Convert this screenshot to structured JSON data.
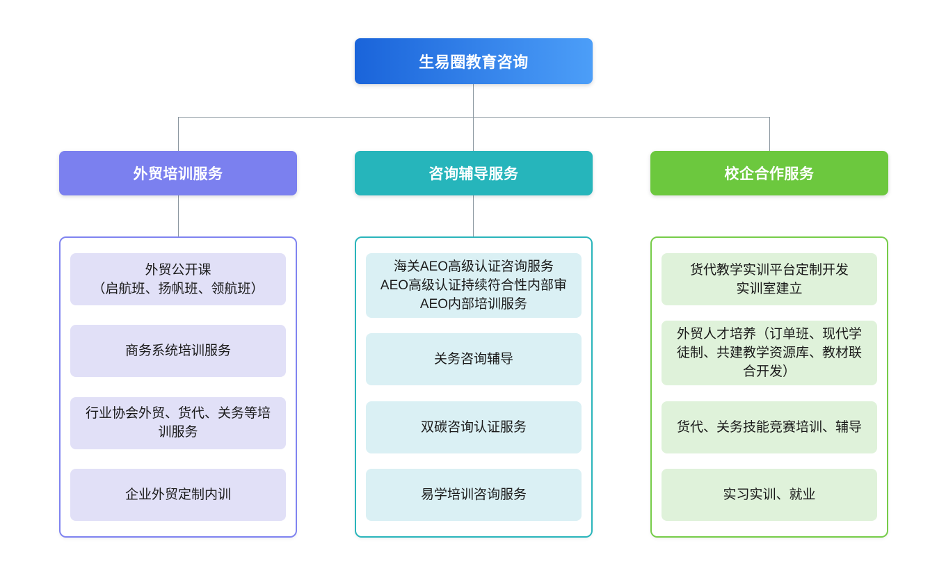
{
  "root": {
    "label": "生易圈教育咨询"
  },
  "branches": [
    {
      "label": "外贸培训服务",
      "items": [
        "外贸公开课\n（启航班、扬帆班、领航班）",
        "商务系统培训服务",
        "行业协会外贸、货代、关务等培\n训服务",
        "企业外贸定制内训"
      ]
    },
    {
      "label": "咨询辅导服务",
      "items": [
        "海关AEO高级认证咨询服务\nAEO高级认证持续符合性内部审\nAEO内部培训服务",
        "关务咨询辅导",
        "双碳咨询认证服务",
        "易学培训咨询服务"
      ]
    },
    {
      "label": "校企合作服务",
      "items": [
        "货代教学实训平台定制开发\n实训室建立",
        "外贸人才培养（订单班、现代学\n徒制、共建教学资源库、教材联\n合开发）",
        "货代、关务技能竞赛培训、辅导",
        "实习实训、就业"
      ]
    }
  ],
  "palette": {
    "root_gradient_start": "#1a64da",
    "root_gradient_end": "#4c9ef8",
    "branch1_header": "#7b80ef",
    "branch1_border": "#7f83f0",
    "branch1_item_bg": "#e1e0f7",
    "branch2_header": "#26b5bb",
    "bran2_border_note": "",
    "branch2_border": "#2ab5bb",
    "branch2_item_bg": "#daf0f4",
    "branch3_header": "#6cc83e",
    "branch3_border": "#76cc49",
    "branch3_item_bg": "#dff2da",
    "connector_line": "#8b97a0",
    "text_on_header": "#ffffff",
    "item_text": "#1a1a1a",
    "background": "#ffffff"
  }
}
